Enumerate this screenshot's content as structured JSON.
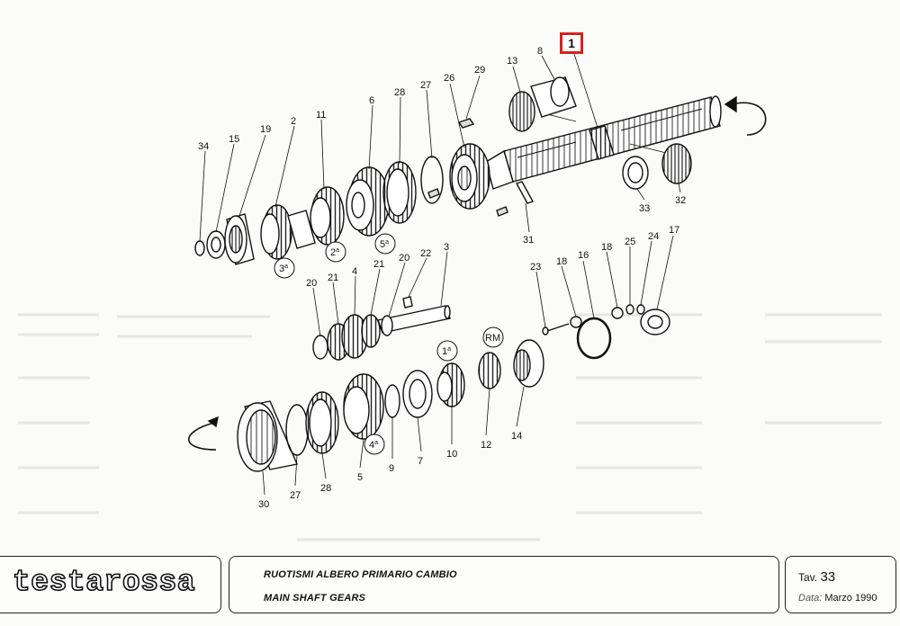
{
  "diagram": {
    "part_labels": {
      "p1": "1",
      "p2": "2",
      "p3": "3",
      "p4": "4",
      "p5": "5",
      "p6": "6",
      "p7": "7",
      "p8": "8",
      "p9": "9",
      "p10": "10",
      "p11": "11",
      "p12": "12",
      "p13": "13",
      "p14": "14",
      "p15": "15",
      "p16": "16",
      "p17": "17",
      "p18a": "18",
      "p18b": "18",
      "p19": "19",
      "p20a": "20",
      "p20b": "20",
      "p21a": "21",
      "p21b": "21",
      "p22": "22",
      "p23": "23",
      "p24": "24",
      "p25": "25",
      "p26": "26",
      "p27a": "27",
      "p27b": "27",
      "p28a": "28",
      "p28b": "28",
      "p29": "29",
      "p30": "30",
      "p31": "31",
      "p32": "32",
      "p33": "33",
      "p34": "34"
    },
    "gear_markers": {
      "g1": "1",
      "g2": "2",
      "g3": "3",
      "g4": "4",
      "g5": "5",
      "sup": "a",
      "rm": "RM"
    },
    "highlighted_part": "1"
  },
  "footer": {
    "brand": "testarossa",
    "title_it": "RUOTISMI ALBERO PRIMARIO CAMBIO",
    "title_en": "MAIN SHAFT GEARS",
    "tav_label": "Tav.",
    "tav_number": "33",
    "date_label": "Data:",
    "date_value": "Marzo 1990"
  }
}
